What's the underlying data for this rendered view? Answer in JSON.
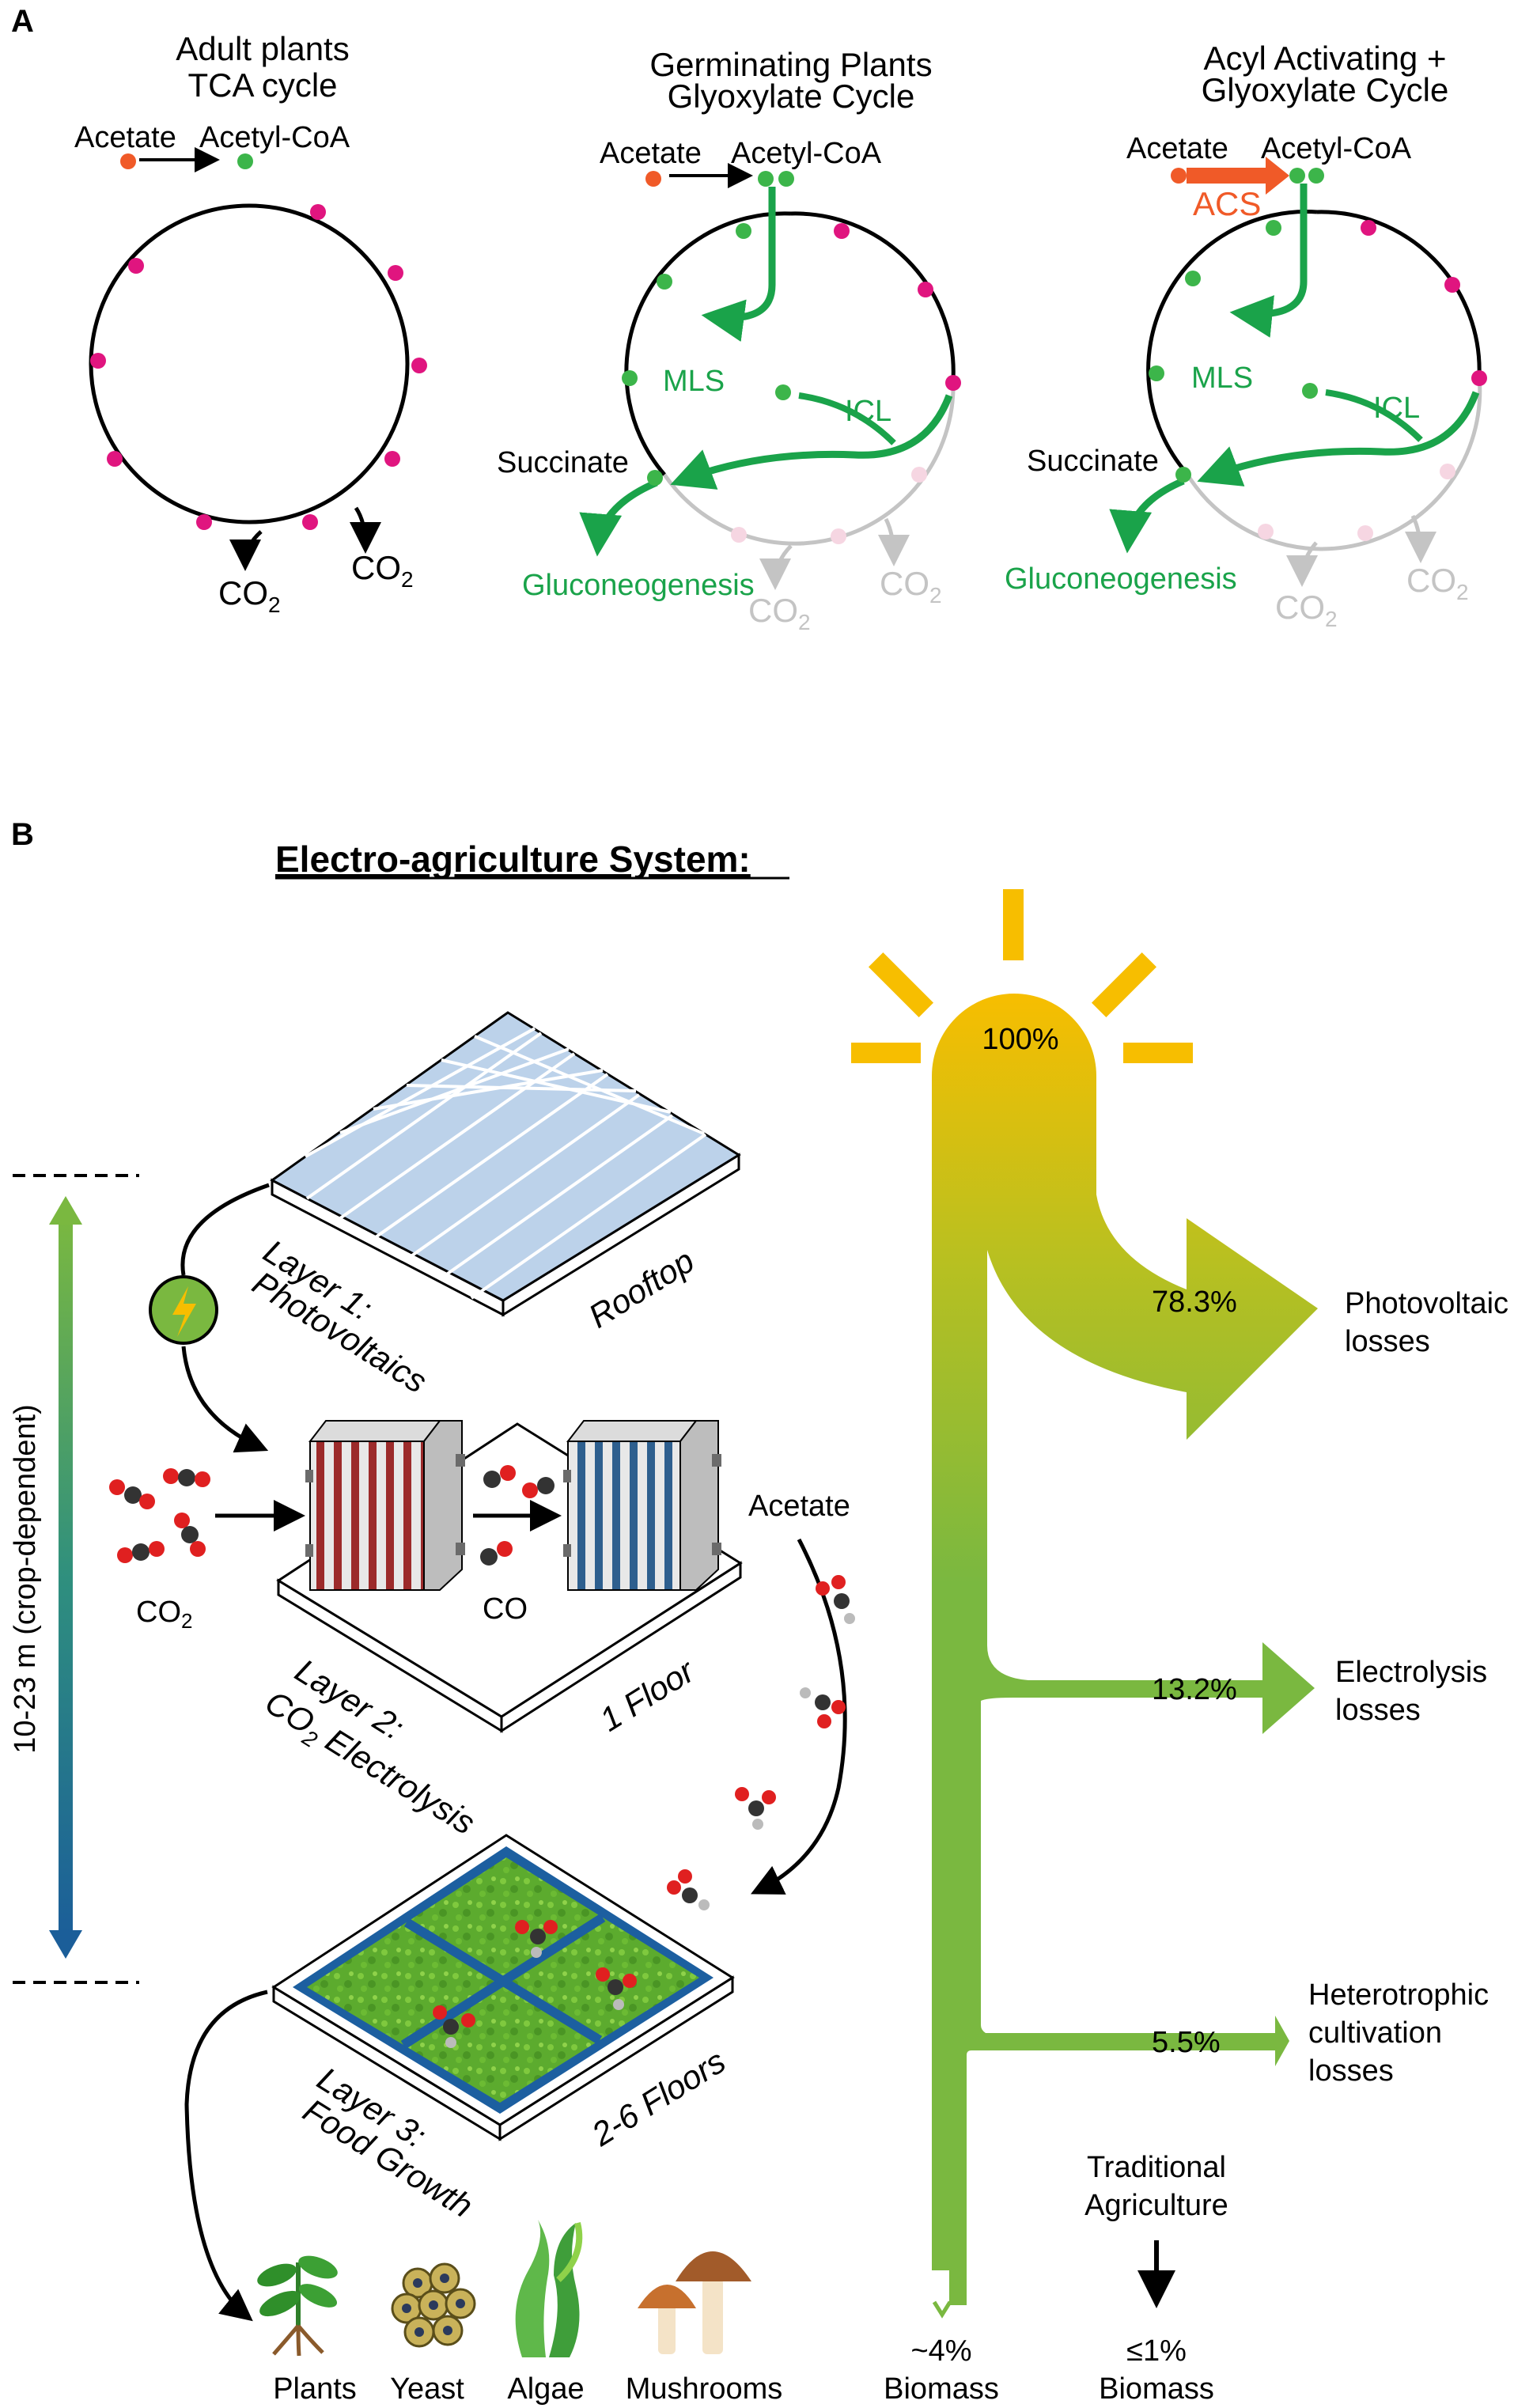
{
  "panel_a": {
    "label": "A",
    "tca": {
      "title_line1": "Adult plants",
      "title_line2": "TCA cycle",
      "acetate": "Acetate",
      "acetyl_coa": "Acetyl-CoA",
      "co2_left": "CO",
      "co2_right": "CO",
      "co2_sub": "2"
    },
    "glyoxylate": {
      "title_line1": "Germinating Plants",
      "title_line2": "Glyoxylate Cycle",
      "acetate": "Acetate",
      "acetyl_coa": "Acetyl-CoA",
      "mls": "MLS",
      "icl": "ICL",
      "succinate": "Succinate",
      "gluconeogenesis": "Gluconeogenesis",
      "co2_left": "CO",
      "co2_right": "CO",
      "co2_sub": "2"
    },
    "acyl": {
      "title_line1": "Acyl Activating +",
      "title_line2": "Glyoxylate Cycle",
      "acetate": "Acetate",
      "acetyl_coa": "Acetyl-CoA",
      "acs": "ACS",
      "mls": "MLS",
      "icl": "ICL",
      "succinate": "Succinate",
      "gluconeogenesis": "Gluconeogenesis",
      "co2_left": "CO",
      "co2_right": "CO",
      "co2_sub": "2"
    }
  },
  "panel_b": {
    "label": "B",
    "heading": "Electro-agriculture System:",
    "height_label": "10-23 m (crop-dependent)",
    "layer1_line1": "Layer 1:",
    "layer1_line2": "Photovoltaics",
    "rooftop": "Rooftop",
    "layer2_line1": "Layer 2:",
    "layer2_line2a": "CO",
    "layer2_line2sub": "2",
    "layer2_line2b": " Electrolysis",
    "one_floor": "1 Floor",
    "layer3_line1": "Layer 3:",
    "layer3_line2": "Food Growth",
    "floors": "2-6 Floors",
    "co2_label": "CO",
    "co2_sub": "2",
    "co_label": "CO",
    "acetate_label": "Acetate",
    "outputs": [
      "Plants",
      "Yeast",
      "Algae",
      "Mushrooms"
    ],
    "sankey": {
      "input_percent": "100%",
      "losses": [
        {
          "percent": "78.3%",
          "line1": "Photovoltaic",
          "line2": "losses",
          "line3": ""
        },
        {
          "percent": "13.2%",
          "line1": "Electrolysis",
          "line2": "losses",
          "line3": ""
        },
        {
          "percent": "5.5%",
          "line1": "Heterotrophic",
          "line2": "cultivation",
          "line3": "losses"
        }
      ],
      "biomass_percent": "~4%",
      "biomass_label": "Biomass",
      "traditional_line1": "Traditional",
      "traditional_line2": "Agriculture",
      "traditional_percent": "≤1%",
      "traditional_biomass": "Biomass"
    },
    "colors": {
      "sun": "#f7be00",
      "green": "#7ab840",
      "teal": "#3a8d8a",
      "blue": "#1b5e99",
      "panel_blue": "#bcd2ea"
    }
  },
  "colors": {
    "magenta": "#e0157f",
    "green_node": "#3cb54a",
    "orange": "#f05a28",
    "grey": "#c4c4c4",
    "pale_pink": "#f6d6e2"
  }
}
